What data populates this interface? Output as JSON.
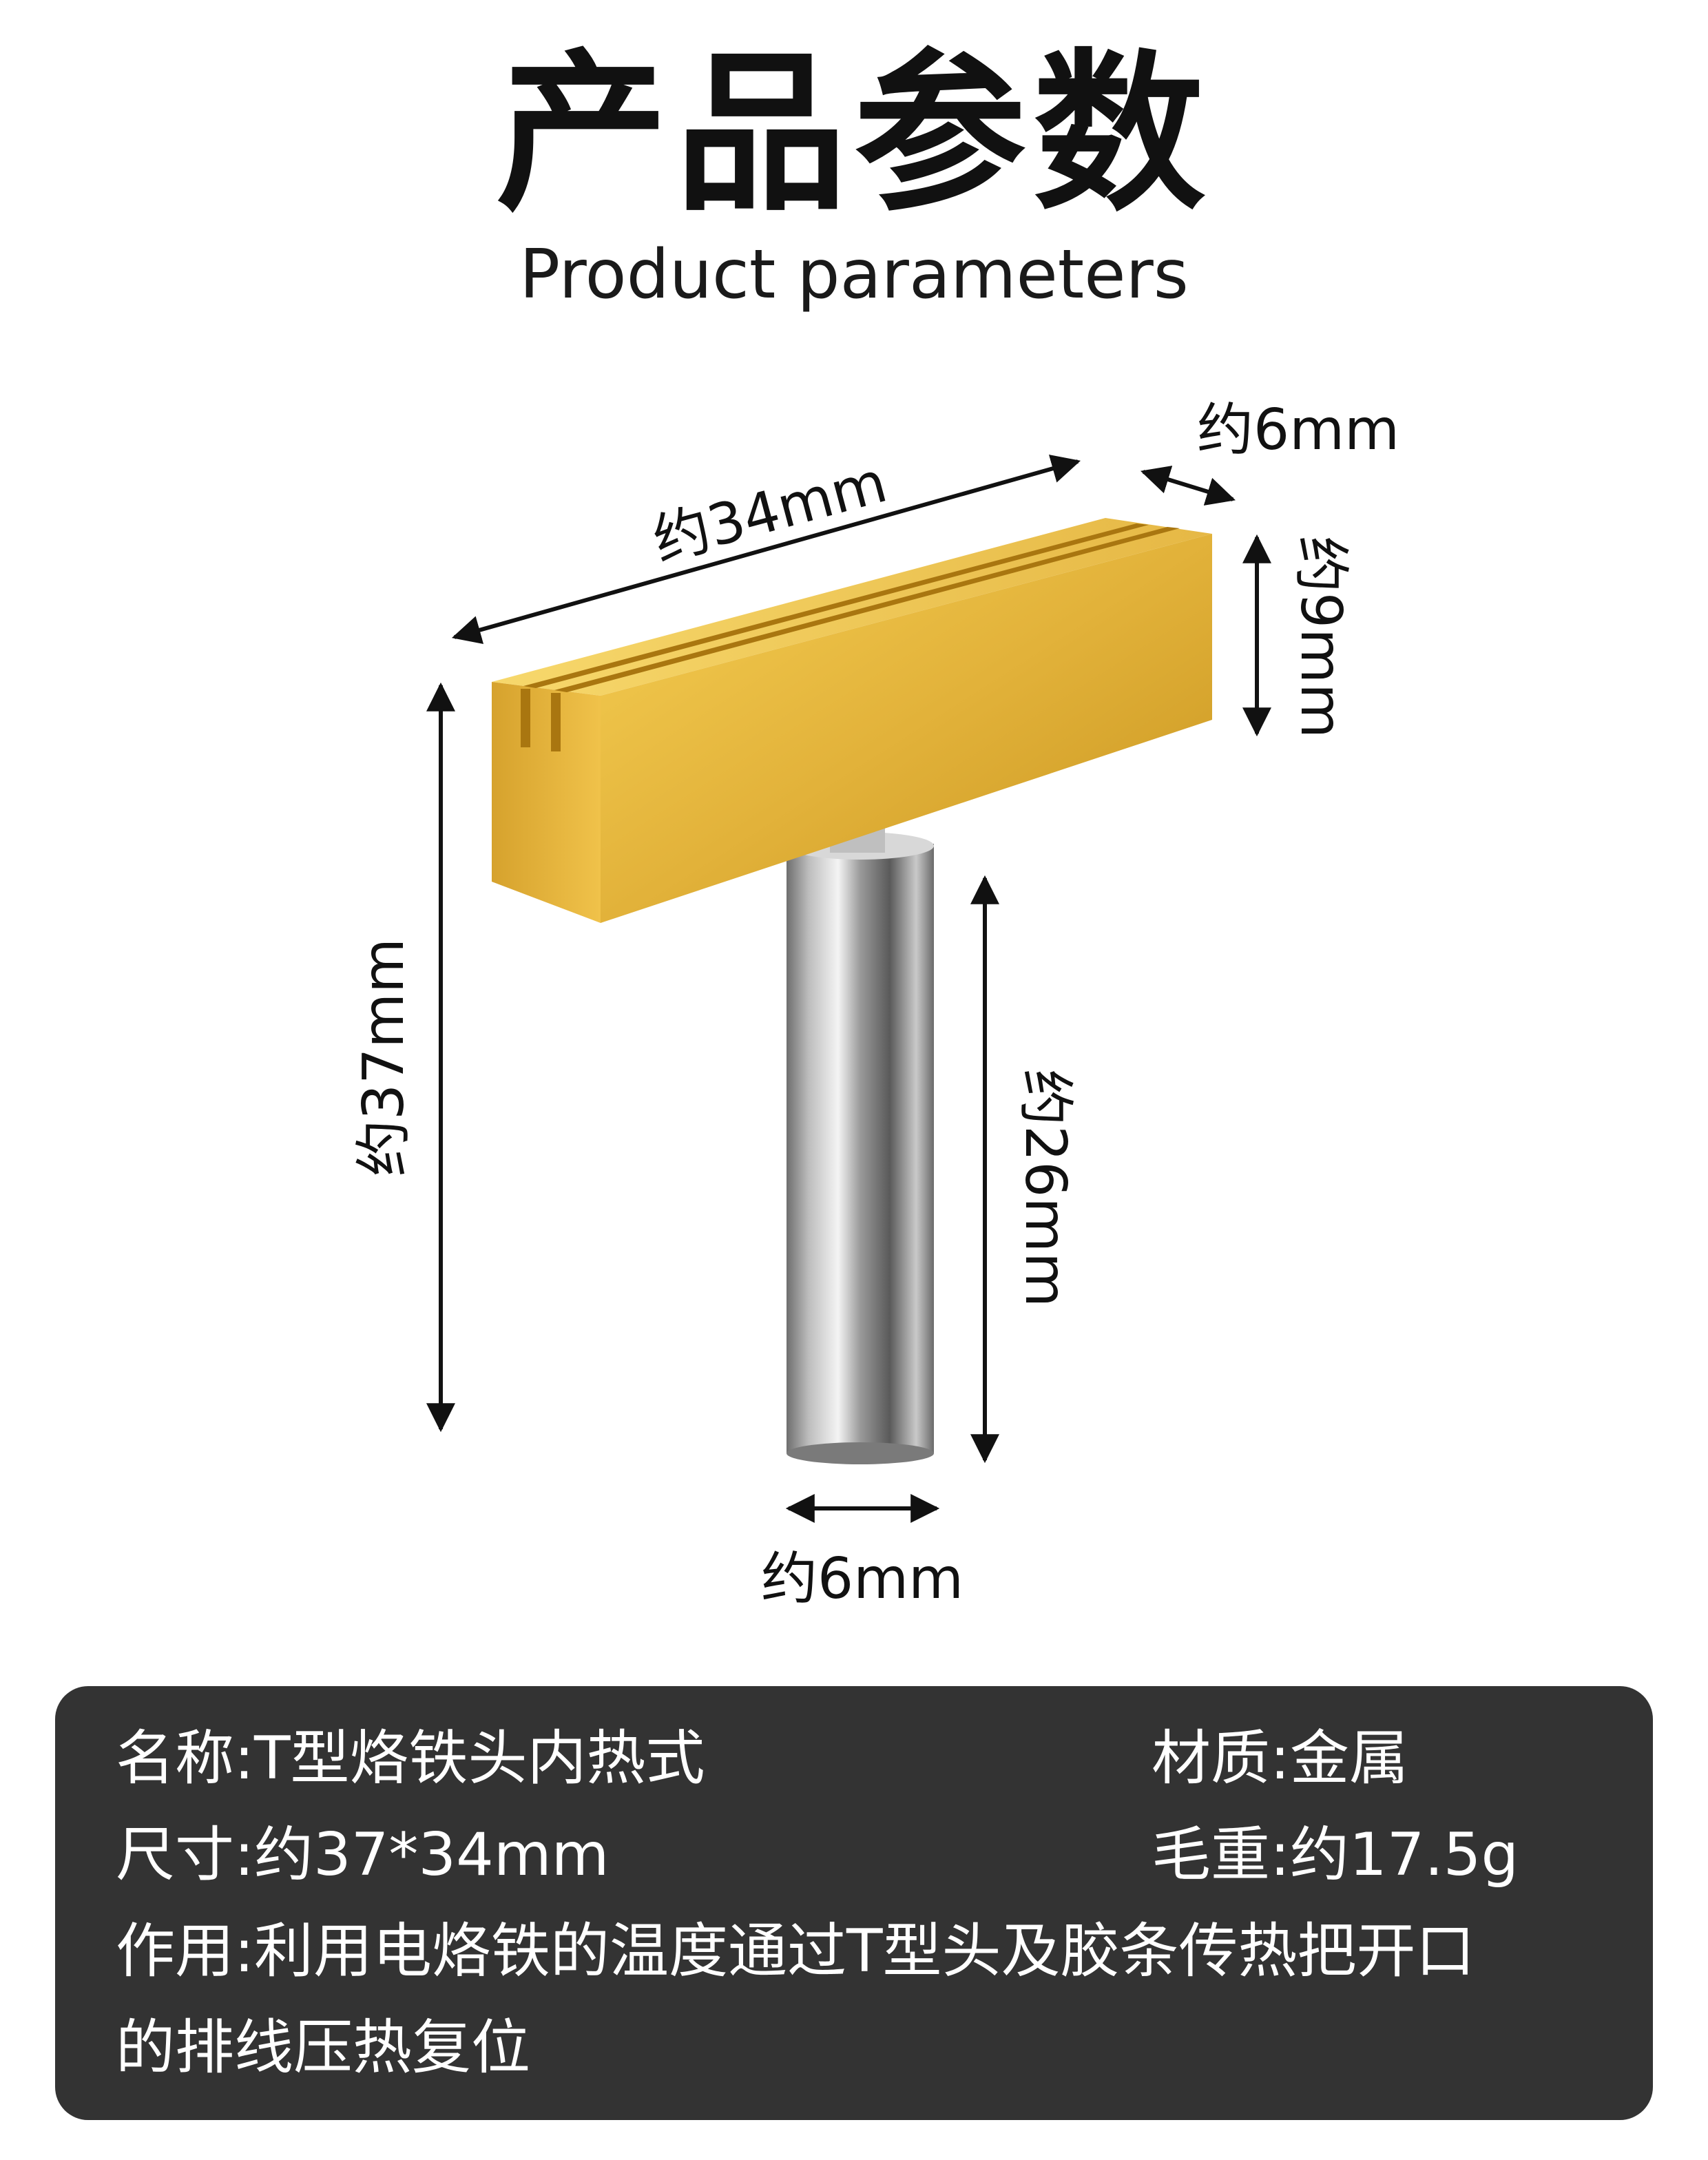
{
  "header": {
    "title": "产品参数",
    "subtitle": "Product parameters"
  },
  "dimensions": {
    "length": "约34mm",
    "width_top": "约6mm",
    "height_block": "约9mm",
    "total_height": "约37mm",
    "shaft_length": "约26mm",
    "shaft_diameter": "约6mm"
  },
  "specs": {
    "name": "名称:T型烙铁头内热式",
    "material": "材质:金属",
    "size": "尺寸:约37*34mm",
    "weight": "毛重:约17.5g",
    "usage_line1": "作用:利用电烙铁的温度通过T型头及胶条传热把开口",
    "usage_line2": "的排线压热复位"
  },
  "colors": {
    "gold": "#e2b23a",
    "panel": "#333333",
    "text": "#111111"
  }
}
